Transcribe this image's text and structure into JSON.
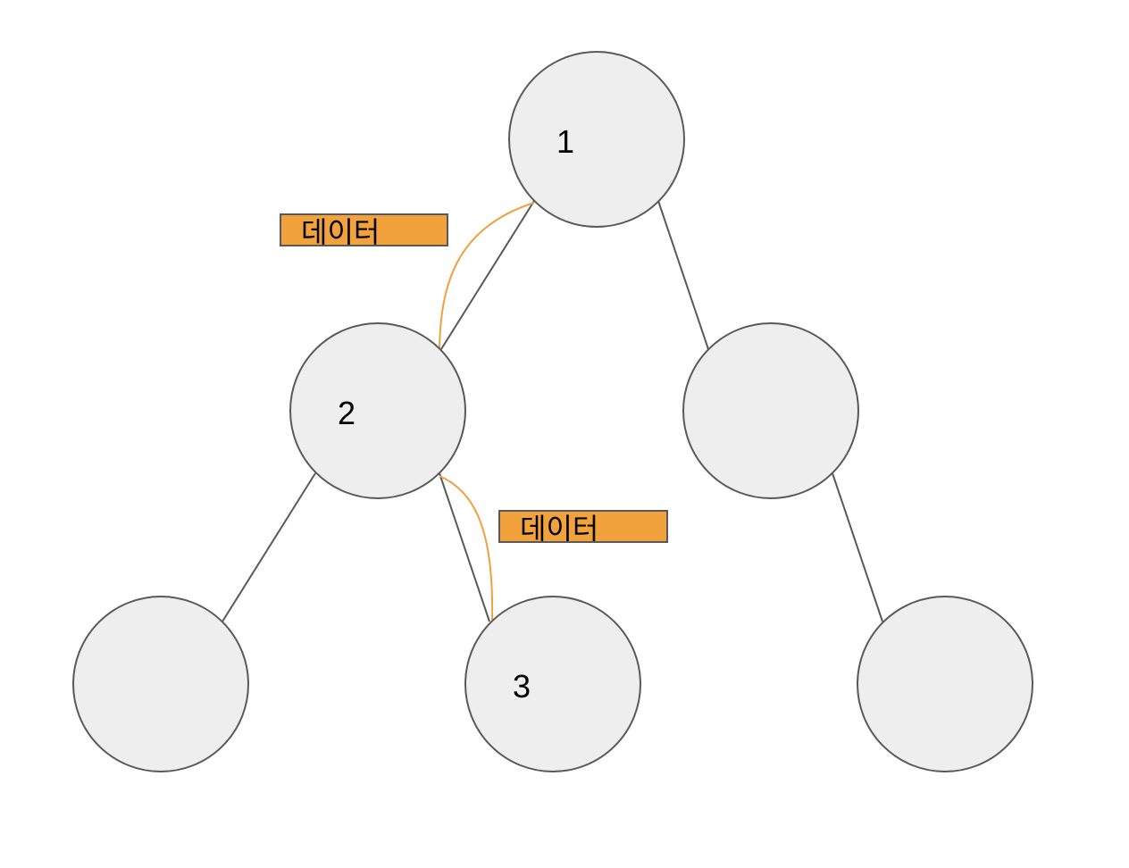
{
  "nodes": {
    "root": {
      "label": "1"
    },
    "left": {
      "label": "2"
    },
    "right": {
      "label": ""
    },
    "left_left": {
      "label": ""
    },
    "left_right": {
      "label": "3"
    },
    "right_right": {
      "label": ""
    }
  },
  "data_boxes": [
    {
      "text": "데이터"
    },
    {
      "text": "데이터"
    }
  ],
  "colors": {
    "node_fill": "#eeeeee",
    "node_stroke": "#595959",
    "edge": "#595959",
    "data_box_fill": "#f2a23c",
    "data_link": "#f0a040"
  }
}
